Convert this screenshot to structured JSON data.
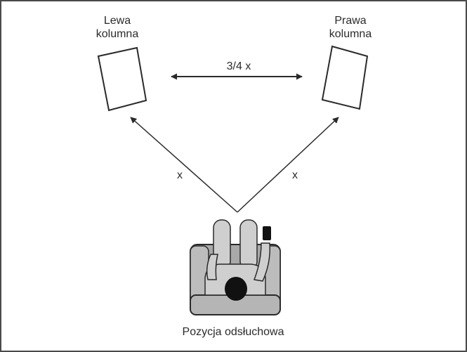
{
  "labels": {
    "left_speaker_line1": "Lewa",
    "left_speaker_line2": "kolumna",
    "right_speaker_line1": "Prawa",
    "right_speaker_line2": "kolumna",
    "speaker_distance": "3/4 x",
    "left_distance": "x",
    "right_distance": "x",
    "listening_position": "Pozycja odsłuchowa"
  },
  "colors": {
    "line": "#2a2a2a",
    "couch_fill": "#a9a9a9",
    "body_fill": "#cfcfcf",
    "head_fill": "#111111"
  }
}
